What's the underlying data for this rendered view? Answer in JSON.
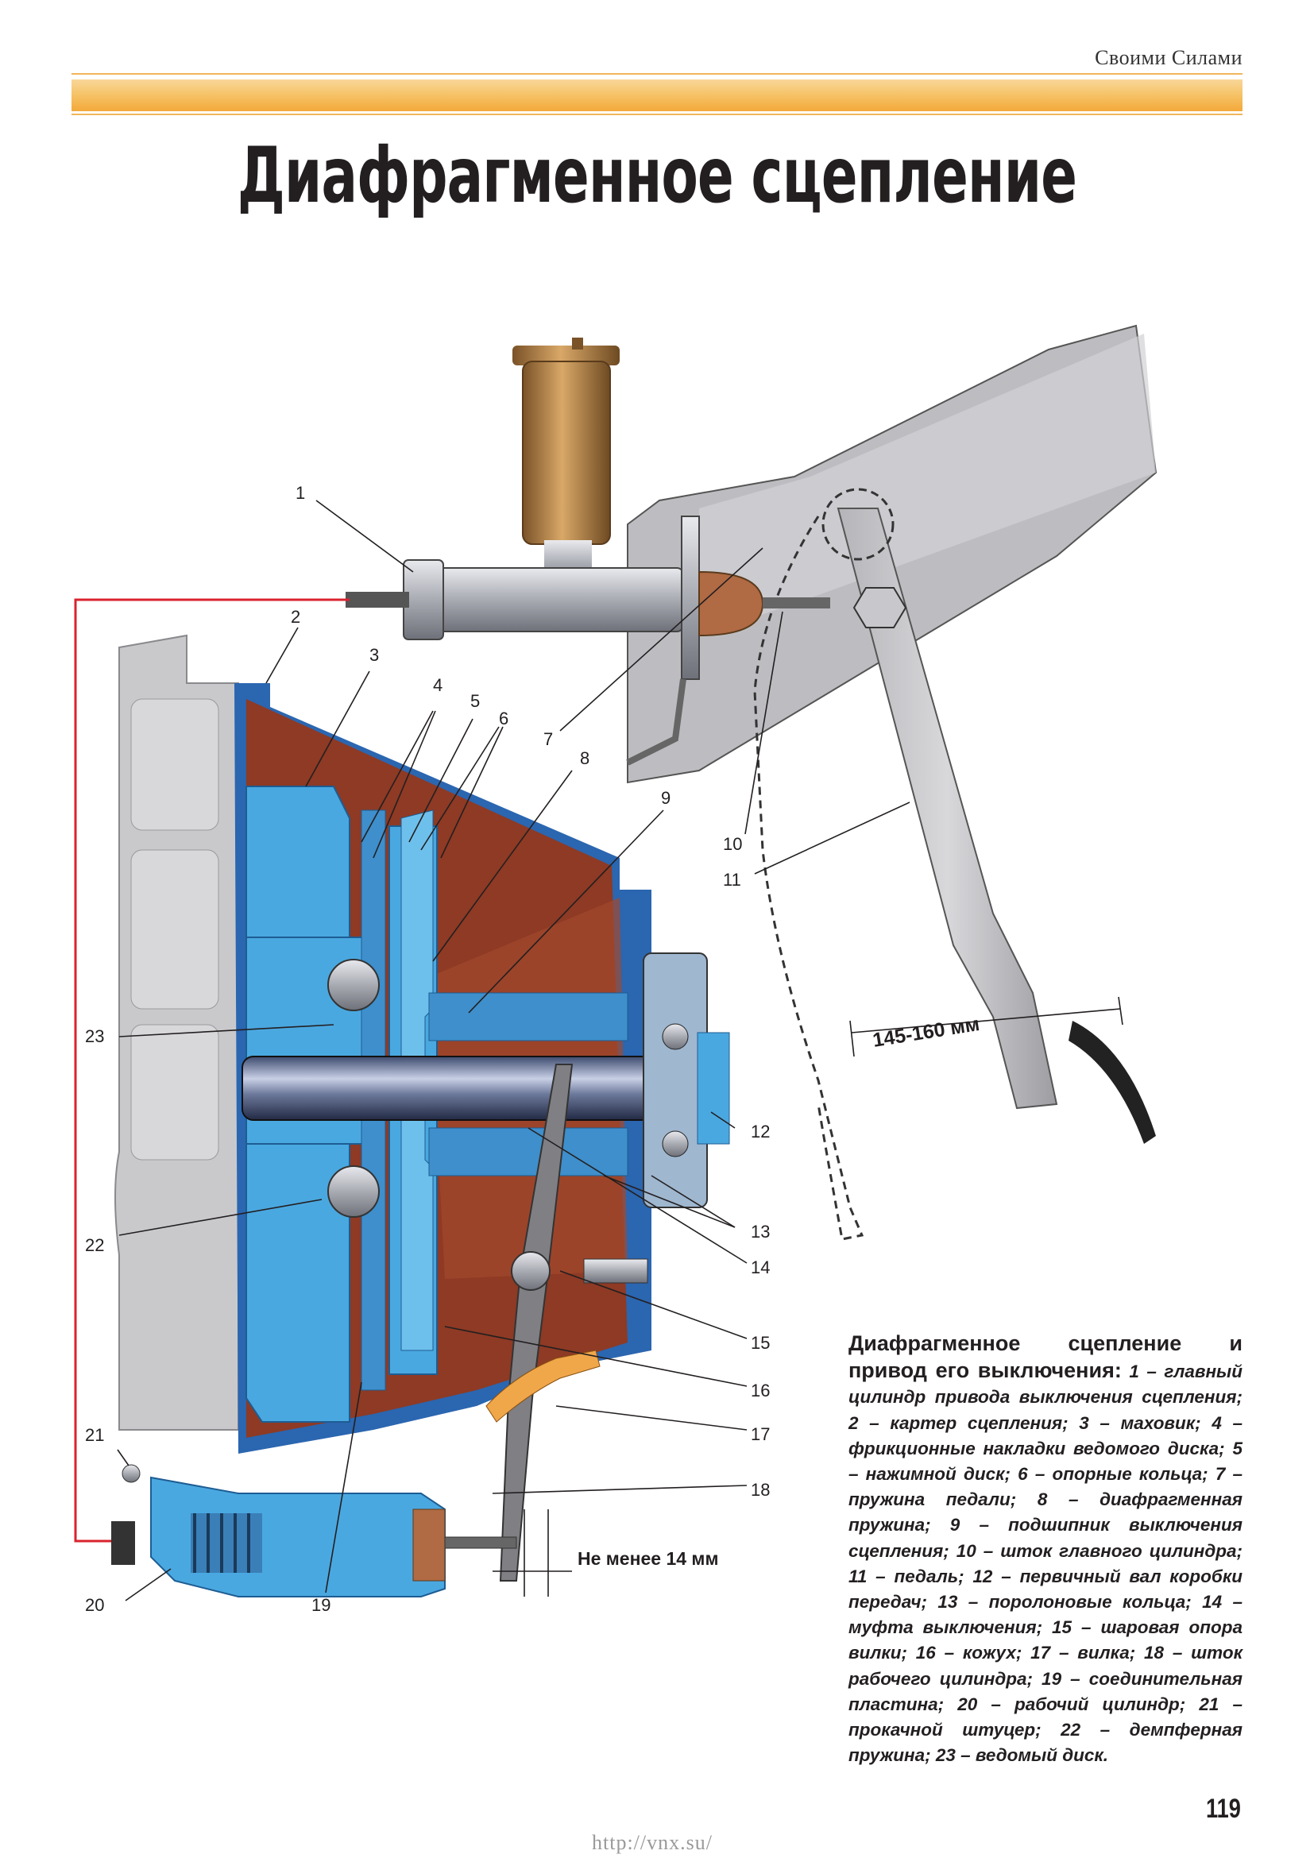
{
  "header": {
    "brand": "Своими Силами",
    "title": "Диафрагменное сцепление"
  },
  "diagram": {
    "callouts": [
      "1",
      "2",
      "3",
      "4",
      "5",
      "6",
      "7",
      "8",
      "9",
      "10",
      "11",
      "12",
      "13",
      "14",
      "15",
      "16",
      "17",
      "18",
      "19",
      "20",
      "21",
      "22",
      "23"
    ],
    "dimension_pedal": "145-160 мм",
    "dimension_fork": "Не менее 14 мм"
  },
  "caption": {
    "heading": "Диафрагменное сцепление и привод его выключения:",
    "text": "1 – главный цилиндр привода выключения сцепления; 2 – картер сцепления; 3 – маховик; 4 – фрикционные накладки ведомого диска; 5 – нажимной диск; 6 – опорные кольца; 7 – пружина педали; 8 – диафрагменная пружина; 9 – подшипник выключения сцепления; 10 – шток главного цилиндра; 11 – педаль; 12 – первичный вал коробки передач; 13 – поролоновые кольца; 14 – муфта выключения; 15 – шаровая опора вилки; 16 – кожух; 17 – вилка; 18 – шток рабочего цилиндра; 19 – соединительная пластина; 20 – рабочий цилиндр; 21 – прокачной штуцер; 22 – демпферная пружина; 23 – ведомый диск."
  },
  "footer": {
    "page_number": "119",
    "url": "http://vnx.su/"
  },
  "colors": {
    "band_orange": "#f6c46a",
    "housing_red": "#8e3a24",
    "part_blue": "#4aa8e0",
    "body_gray": "#c9c9cc",
    "reservoir_bronze": "#b8864a",
    "hydraulic_line_red": "#d9232e"
  }
}
